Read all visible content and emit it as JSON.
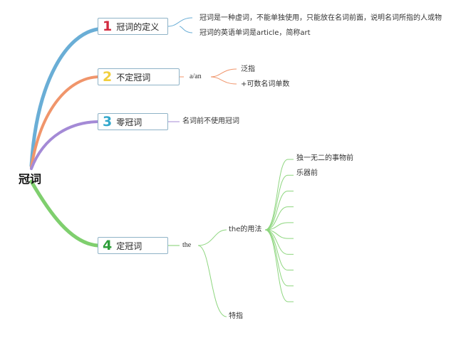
{
  "root": {
    "label": "冠词"
  },
  "branches": [
    {
      "number": "1",
      "label": "冠词的定义",
      "color": "#6aaed6",
      "number_color": "#d22a3f",
      "notes": [
        "冠词是一种虚词，不能单独使用，只能放在名词前面，说明名词所指的人或物",
        "冠词的英语单词是article，简称art"
      ]
    },
    {
      "number": "2",
      "label": "不定冠词",
      "color": "#f0956b",
      "number_color": "#f2cf3d",
      "sub": "a/an",
      "children": [
        "泛指",
        "+可数名词单数"
      ]
    },
    {
      "number": "3",
      "label": "零冠词",
      "color": "#a48ad6",
      "number_color": "#33a8cc",
      "notes": [
        "名词前不使用冠词"
      ]
    },
    {
      "number": "4",
      "label": "定冠词",
      "color": "#7fcf6e",
      "number_color": "#2e9e3a",
      "sub": "the",
      "children": [
        {
          "label": "the的用法",
          "items": [
            "独一无二的事物前",
            "乐器前",
            "",
            "",
            "",
            "",
            "",
            "",
            "",
            ""
          ]
        },
        {
          "label": "特指"
        }
      ]
    }
  ]
}
